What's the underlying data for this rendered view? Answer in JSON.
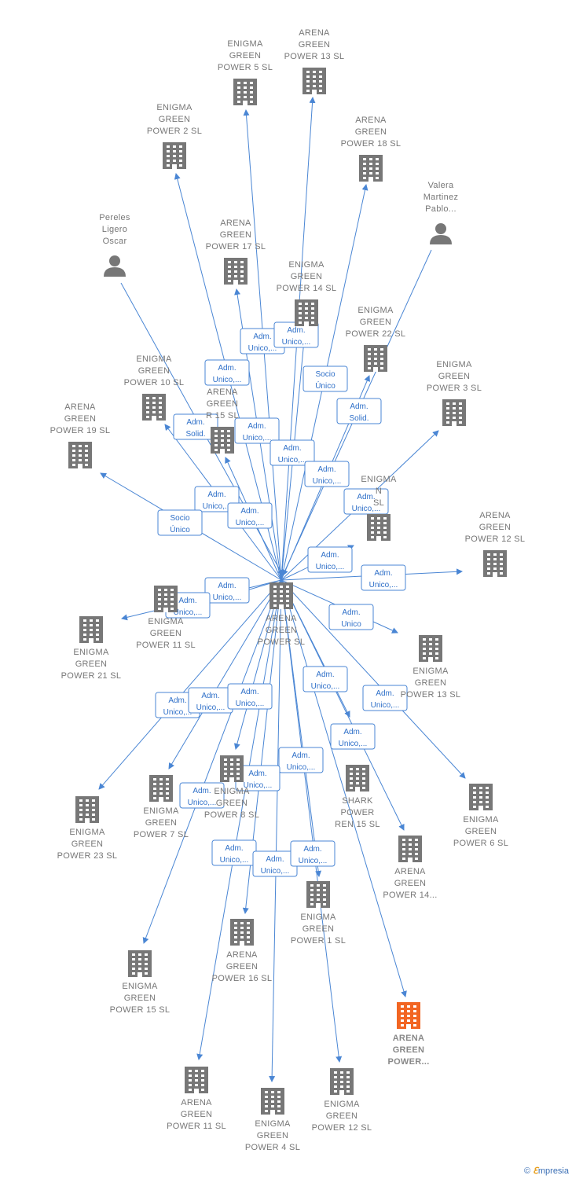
{
  "colors": {
    "edge": "#4a86d4",
    "company": "#777777",
    "highlight": "#f26522",
    "person": "#777777"
  },
  "nodes": [
    {
      "id": "center",
      "type": "company",
      "icon": "building-icon",
      "lines": [
        "ARENA",
        "GREEN",
        "POWER  SL"
      ]
    },
    {
      "id": "ep5",
      "type": "company",
      "icon": "building-icon",
      "lines": [
        "ENIGMA",
        "GREEN",
        "POWER 5  SL"
      ]
    },
    {
      "id": "ag13",
      "type": "company",
      "icon": "building-icon",
      "lines": [
        "ARENA",
        "GREEN",
        "POWER 13  SL"
      ]
    },
    {
      "id": "ep2",
      "type": "company",
      "icon": "building-icon",
      "lines": [
        "ENIGMA",
        "GREEN",
        "POWER 2  SL"
      ]
    },
    {
      "id": "ag18",
      "type": "company",
      "icon": "building-icon",
      "lines": [
        "ARENA",
        "GREEN",
        "POWER 18  SL"
      ]
    },
    {
      "id": "valera",
      "type": "person",
      "icon": "person-icon",
      "lines": [
        "Valera",
        "Martinez",
        "Pablo..."
      ]
    },
    {
      "id": "pereles",
      "type": "person",
      "icon": "person-icon",
      "lines": [
        "Pereles",
        "Ligero",
        "Oscar"
      ]
    },
    {
      "id": "ag17",
      "type": "company",
      "icon": "building-icon",
      "lines": [
        "ARENA",
        "GREEN",
        "POWER 17  SL"
      ]
    },
    {
      "id": "ep14",
      "type": "company",
      "icon": "building-icon",
      "lines": [
        "ENIGMA",
        "GREEN",
        "POWER 14  SL"
      ]
    },
    {
      "id": "ep22",
      "type": "company",
      "icon": "building-icon",
      "lines": [
        "ENIGMA",
        "GREEN",
        "POWER 22  SL"
      ]
    },
    {
      "id": "ep10",
      "type": "company",
      "icon": "building-icon",
      "lines": [
        "ENIGMA",
        "GREEN",
        "POWER 10  SL"
      ]
    },
    {
      "id": "ag15",
      "type": "company",
      "icon": "building-icon",
      "lines": [
        "ARENA",
        "GREEN",
        "R 15  SL"
      ]
    },
    {
      "id": "ep3",
      "type": "company",
      "icon": "building-icon",
      "lines": [
        "ENIGMA",
        "GREEN",
        "POWER 3  SL"
      ]
    },
    {
      "id": "ag19",
      "type": "company",
      "icon": "building-icon",
      "lines": [
        "ARENA",
        "GREEN",
        "POWER 19  SL"
      ]
    },
    {
      "id": "enx",
      "type": "company",
      "icon": "building-icon",
      "lines": [
        "ENIGMA",
        "N",
        "SL"
      ]
    },
    {
      "id": "ag12",
      "type": "company",
      "icon": "building-icon",
      "lines": [
        "ARENA",
        "GREEN",
        "POWER 12  SL"
      ]
    },
    {
      "id": "eg11",
      "type": "company",
      "icon": "building-icon",
      "lines": [
        "ENIGMA",
        "GREEN",
        "POWER 11  SL"
      ]
    },
    {
      "id": "eg21",
      "type": "company",
      "icon": "building-icon",
      "lines": [
        "ENIGMA",
        "GREEN",
        "POWER 21  SL"
      ]
    },
    {
      "id": "eg13",
      "type": "company",
      "icon": "building-icon",
      "lines": [
        "ENIGMA",
        "GREEN",
        "POWER 13  SL"
      ]
    },
    {
      "id": "shark",
      "type": "company",
      "icon": "building-icon",
      "lines": [
        "SHARK",
        "POWER",
        "REN 15  SL"
      ]
    },
    {
      "id": "eg8",
      "type": "company",
      "icon": "building-icon",
      "lines": [
        "ENIGMA",
        "GREEN",
        "POWER 8  SL"
      ]
    },
    {
      "id": "eg7",
      "type": "company",
      "icon": "building-icon",
      "lines": [
        "ENIGMA",
        "GREEN",
        "POWER 7  SL"
      ]
    },
    {
      "id": "eg23",
      "type": "company",
      "icon": "building-icon",
      "lines": [
        "ENIGMA",
        "GREEN",
        "POWER 23  SL"
      ]
    },
    {
      "id": "eg6",
      "type": "company",
      "icon": "building-icon",
      "lines": [
        "ENIGMA",
        "GREEN",
        "POWER 6  SL"
      ]
    },
    {
      "id": "ag14",
      "type": "company",
      "icon": "building-icon",
      "lines": [
        "ARENA",
        "GREEN",
        "POWER 14..."
      ]
    },
    {
      "id": "eg1",
      "type": "company",
      "icon": "building-icon",
      "lines": [
        "ENIGMA",
        "GREEN",
        "POWER 1  SL"
      ]
    },
    {
      "id": "ag16",
      "type": "company",
      "icon": "building-icon",
      "lines": [
        "ARENA",
        "GREEN",
        "POWER 16  SL"
      ]
    },
    {
      "id": "eg15",
      "type": "company",
      "icon": "building-icon",
      "lines": [
        "ENIGMA",
        "GREEN",
        "POWER 15  SL"
      ]
    },
    {
      "id": "agx",
      "type": "highlight",
      "icon": "building-icon",
      "lines": [
        "ARENA",
        "GREEN",
        "POWER..."
      ]
    },
    {
      "id": "ag11",
      "type": "company",
      "icon": "building-icon",
      "lines": [
        "ARENA",
        "GREEN",
        "POWER 11  SL"
      ]
    },
    {
      "id": "eg4",
      "type": "company",
      "icon": "building-icon",
      "lines": [
        "ENIGMA",
        "GREEN",
        "POWER 4  SL"
      ]
    },
    {
      "id": "eg12",
      "type": "company",
      "icon": "building-icon",
      "lines": [
        "ENIGMA",
        "GREEN",
        "POWER 12  SL"
      ]
    }
  ],
  "edges": [
    {
      "from": "center",
      "to": "ep5"
    },
    {
      "from": "center",
      "to": "ag13"
    },
    {
      "from": "center",
      "to": "ep2"
    },
    {
      "from": "center",
      "to": "ag18"
    },
    {
      "from": "valera",
      "to": "center"
    },
    {
      "from": "pereles",
      "to": "center"
    },
    {
      "from": "center",
      "to": "ag17"
    },
    {
      "from": "center",
      "to": "ep14"
    },
    {
      "from": "center",
      "to": "ep22"
    },
    {
      "from": "center",
      "to": "ep10"
    },
    {
      "from": "center",
      "to": "ag15"
    },
    {
      "from": "center",
      "to": "ep3"
    },
    {
      "from": "center",
      "to": "ag19"
    },
    {
      "from": "center",
      "to": "enx"
    },
    {
      "from": "center",
      "to": "ag12"
    },
    {
      "from": "center",
      "to": "eg21"
    },
    {
      "from": "center",
      "to": "eg11"
    },
    {
      "from": "center",
      "to": "eg13"
    },
    {
      "from": "center",
      "to": "shark"
    },
    {
      "from": "center",
      "to": "eg8"
    },
    {
      "from": "center",
      "to": "eg7"
    },
    {
      "from": "center",
      "to": "eg23"
    },
    {
      "from": "center",
      "to": "eg6"
    },
    {
      "from": "center",
      "to": "ag14"
    },
    {
      "from": "center",
      "to": "eg1"
    },
    {
      "from": "center",
      "to": "ag16"
    },
    {
      "from": "center",
      "to": "eg15"
    },
    {
      "from": "center",
      "to": "agx"
    },
    {
      "from": "center",
      "to": "ag11"
    },
    {
      "from": "center",
      "to": "eg4"
    },
    {
      "from": "center",
      "to": "eg12"
    }
  ],
  "edge_labels": [
    {
      "lines": [
        "Adm.",
        "Unico,..."
      ]
    },
    {
      "lines": [
        "Adm.",
        "Unico,..."
      ]
    },
    {
      "lines": [
        "Adm.",
        "Unico,..."
      ]
    },
    {
      "lines": [
        "Socio",
        "Único"
      ]
    },
    {
      "lines": [
        "Adm.",
        "Solid."
      ]
    },
    {
      "lines": [
        "Adm.",
        "Solid."
      ]
    },
    {
      "lines": [
        "Adm.",
        "Unico,..."
      ]
    },
    {
      "lines": [
        "Adm.",
        "Unico,..."
      ]
    },
    {
      "lines": [
        "Adm.",
        "Unico,..."
      ]
    },
    {
      "lines": [
        "Adm.",
        "Unico,..."
      ]
    },
    {
      "lines": [
        "Adm.",
        "Unico,..."
      ]
    },
    {
      "lines": [
        "Socio",
        "Único"
      ]
    },
    {
      "lines": [
        "Adm.",
        "Unico,..."
      ]
    },
    {
      "lines": [
        "Adm.",
        "Unico,..."
      ]
    },
    {
      "lines": [
        "Adm.",
        "Unico,..."
      ]
    },
    {
      "lines": [
        "Adm.",
        "Unico,..."
      ]
    },
    {
      "lines": [
        "Adm.",
        "Unico,..."
      ]
    },
    {
      "lines": [
        "Adm.",
        "Unico"
      ]
    },
    {
      "lines": [
        "Adm.",
        "Unico,..."
      ]
    },
    {
      "lines": [
        "Adm.",
        "Unico,..."
      ]
    },
    {
      "lines": [
        "Adm.",
        "Unico,..."
      ]
    },
    {
      "lines": [
        "Adm.",
        "Unico,..."
      ]
    },
    {
      "lines": [
        "Adm.",
        "Unico,..."
      ]
    },
    {
      "lines": [
        "Adm.",
        "Unico,..."
      ]
    },
    {
      "lines": [
        "Adm.",
        "Unico,..."
      ]
    },
    {
      "lines": [
        "Adm.",
        "Unico,..."
      ]
    },
    {
      "lines": [
        "Adm.",
        "Unico,..."
      ]
    },
    {
      "lines": [
        "Adm.",
        "Unico,..."
      ]
    },
    {
      "lines": [
        "Adm.",
        "Unico,..."
      ]
    },
    {
      "lines": [
        "Adm.",
        "Unico,..."
      ]
    }
  ],
  "footer": {
    "copyright": "©",
    "brand_e": "ℇ",
    "brand_rest": "mpresia"
  }
}
